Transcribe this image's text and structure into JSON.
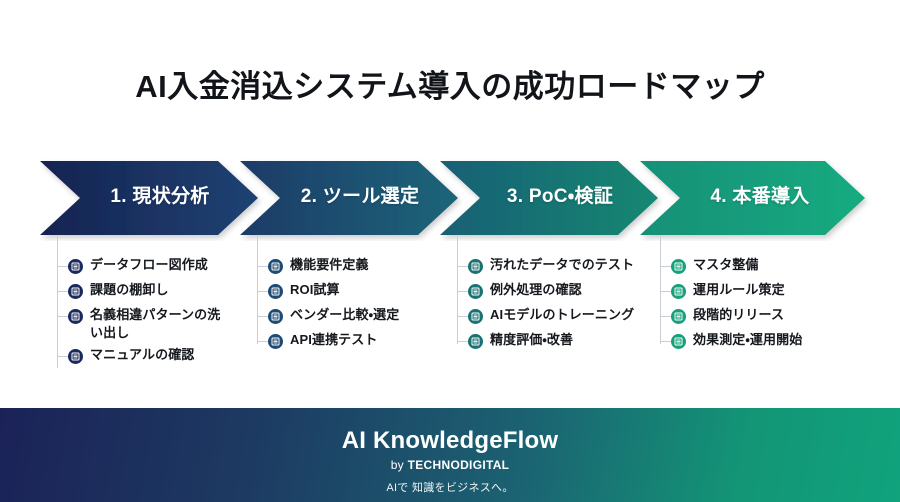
{
  "title": "AI入金消込システム導入の成功ロードマップ",
  "steps": [
    {
      "label": "1. 現状分析",
      "accent": "#1b2a5e",
      "gradient_from": "#152351",
      "gradient_to": "#1d3f6e",
      "bullet_icon": "list-icon",
      "items": [
        "データフロー図作成",
        "課題の棚卸し",
        "名義相違パターンの洗い出し",
        "マニュアルの確認"
      ]
    },
    {
      "label": "2. ツール選定",
      "accent": "#1c4f72",
      "gradient_from": "#1b3b68",
      "gradient_to": "#1b6579",
      "bullet_icon": "list-icon",
      "items": [
        "機能要件定義",
        "ROI試算",
        "ベンダー比較・選定",
        "API連携テスト"
      ]
    },
    {
      "label": "3. PoC・検証",
      "accent": "#17706f",
      "gradient_from": "#1a5f74",
      "gradient_to": "#148872",
      "bullet_icon": "list-icon",
      "items": [
        "汚れたデータでのテスト",
        "例外処理の確認",
        "AIモデルのトレーニング",
        "精度評価・改善"
      ]
    },
    {
      "label": "4. 本番導入",
      "accent": "#13997a",
      "gradient_from": "#129077",
      "gradient_to": "#15a87f",
      "bullet_icon": "list-icon",
      "items": [
        "マスタ整備",
        "運用ルール策定",
        "段階的リリース",
        "効果測定・運用開始"
      ]
    }
  ],
  "footer": {
    "brand": "AI KnowledgeFlow",
    "by_word": "by",
    "company": "TECHNODIGITAL",
    "tagline": "AIで 知識をビジネスへ。",
    "gradient_from": "#1b2257",
    "gradient_to": "#10a37c"
  }
}
